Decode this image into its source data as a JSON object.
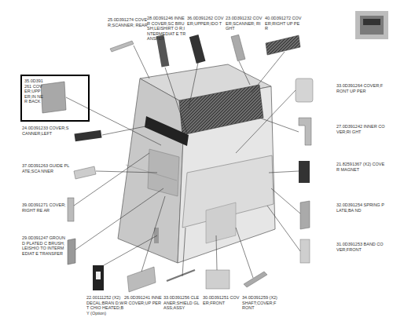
{
  "diagram": {
    "nodes": [
      {
        "text": [
          "35.0D391261 COVER;UPPER;IN NER BACK"
        ]
      }
    ],
    "labels": [
      "25.0D391274 COVER;SCANNER; REAR",
      "28.0D391246 INNER COVER;SC BRUSH;LEISHIRT O R;INTERMEDIAT E TRANSFER",
      "36.0D391262 COVER;UPPER;IDO T",
      "23.0D391232 COVER;SCANNER; RIGHT",
      "40.0D391272 COVER;RIGHT UP PER",
      "24.0D391233 COVER;SCANNER;LEFT",
      "37.0D391263 GUIDE PLATE;SCA NNER",
      "39.0D391271 COVER;RIGHT RE AR",
      "29.0D391247 GROUND PLATED C BRUSH;LEISHIO TO INTERMEDIAT E TRANSFER",
      "33.0D391264 COVER;FRONT UP PER",
      "27.0D391242 INNER COVER;RI GHT",
      "21.82591367 (X2) COVER MAGNET",
      "32.0D391254 SPRING PLATE;BA ND",
      "31.0D391253 BAND COVER;FRONT",
      "22.00111252 (X2) DECAL;BRAN D;WT CHIO HEATED;BY (Option)",
      "26.0D391241 INNER COVER;UP PER",
      "33.0D391256 CLEANER;SHIELD GLASS;ASSY",
      "30.0D391251 COVER;FRONT",
      "34.0D391259 (X2) SHAFT;COVER;F RONT"
    ]
  }
}
